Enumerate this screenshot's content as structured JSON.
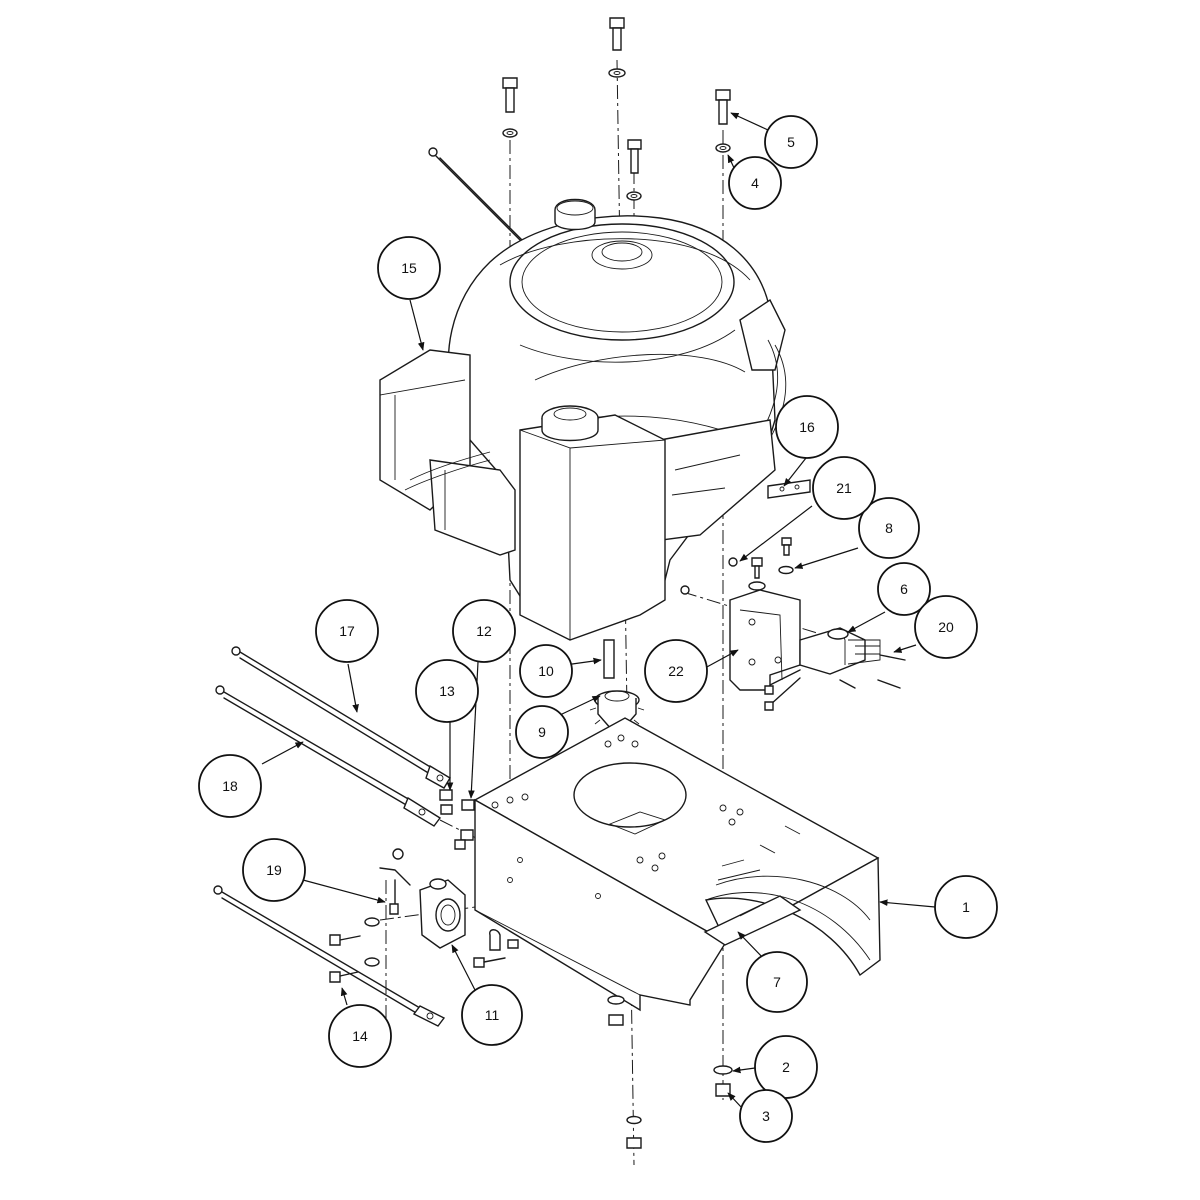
{
  "callouts": [
    {
      "number": "1"
    },
    {
      "number": "2"
    },
    {
      "number": "3"
    },
    {
      "number": "4"
    },
    {
      "number": "5"
    },
    {
      "number": "6"
    },
    {
      "number": "7"
    },
    {
      "number": "8"
    },
    {
      "number": "9"
    },
    {
      "number": "10"
    },
    {
      "number": "11"
    },
    {
      "number": "12"
    },
    {
      "number": "13"
    },
    {
      "number": "14"
    },
    {
      "number": "15"
    },
    {
      "number": "16"
    },
    {
      "number": "17"
    },
    {
      "number": "18"
    },
    {
      "number": "19"
    },
    {
      "number": "20"
    },
    {
      "number": "21"
    },
    {
      "number": "22"
    }
  ]
}
